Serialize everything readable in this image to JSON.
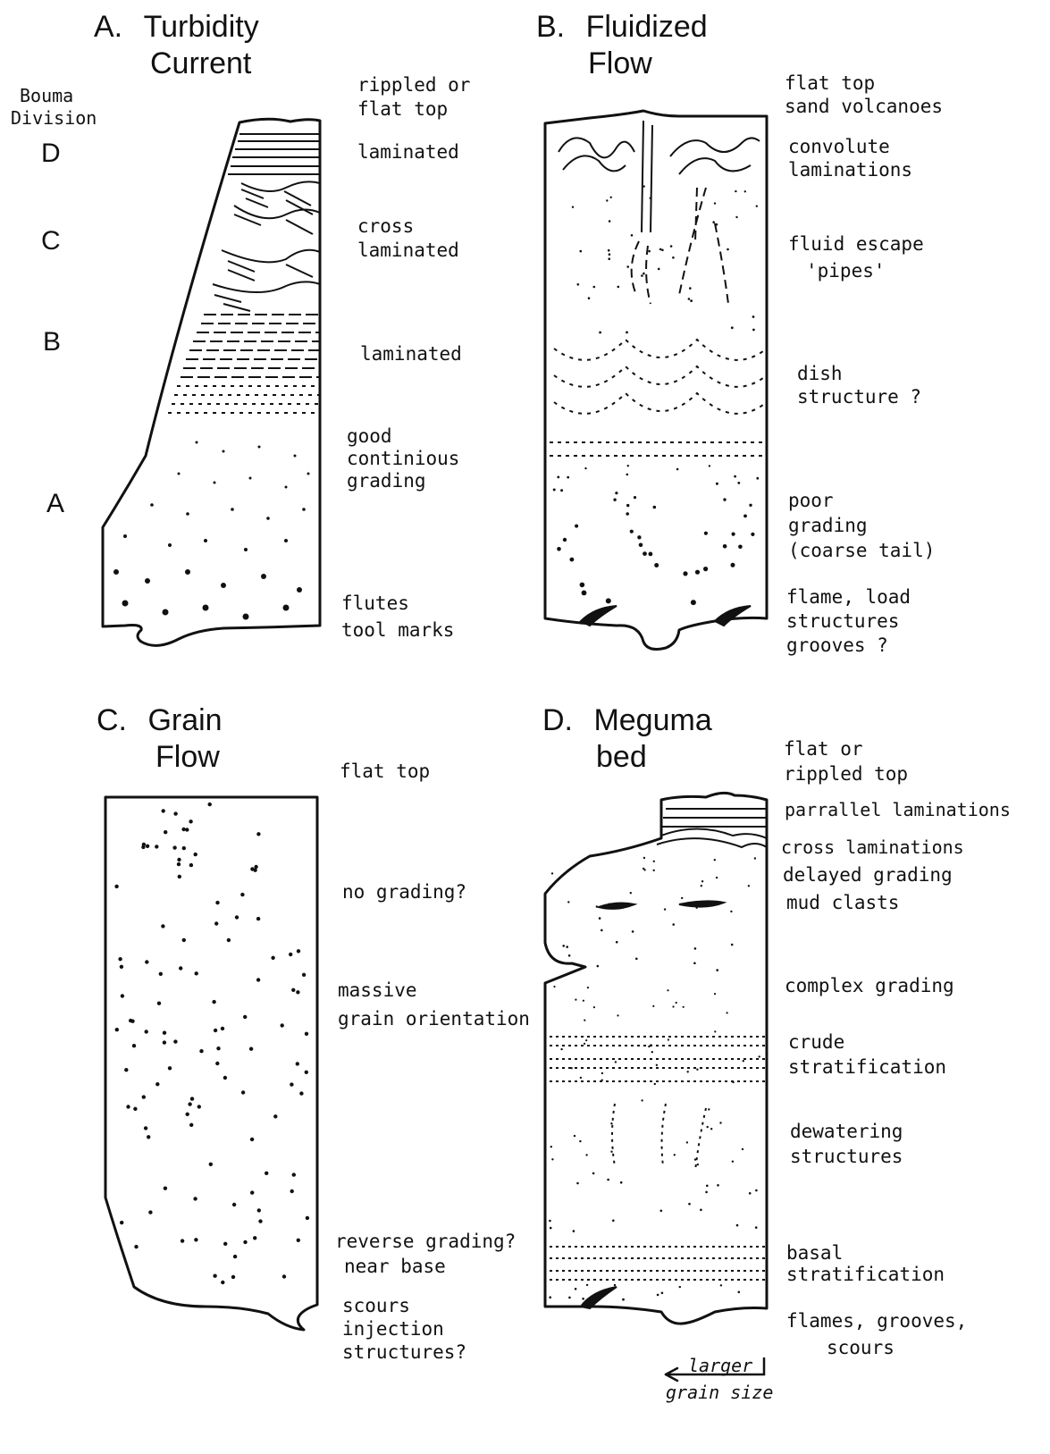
{
  "panels": {
    "a": {
      "letter": "A.",
      "title_line1": "Turbidity",
      "title_line2": "Current",
      "division_heading_1": "Bouma",
      "division_heading_2": "Division",
      "divisions": [
        "D",
        "C",
        "B",
        "A"
      ],
      "labels": {
        "top_1": "rippled or",
        "top_2": "flat top",
        "laminated_upper": "laminated",
        "cross_1": "cross",
        "cross_2": "laminated",
        "laminated_lower": "laminated",
        "grading_1": "good",
        "grading_2": "continious",
        "grading_3": "grading",
        "base_1": "flutes",
        "base_2": "tool marks"
      }
    },
    "b": {
      "letter": "B.",
      "title_line1": "Fluidized",
      "title_line2": "Flow",
      "labels": {
        "top_1": "flat top",
        "top_2": "sand volcanoes",
        "convolute_1": "convolute",
        "convolute_2": "laminations",
        "pipes_1": "fluid escape",
        "pipes_2": "'pipes'",
        "dish_1": "dish",
        "dish_2": "structure ?",
        "grading_1": "poor",
        "grading_2": "grading",
        "grading_3": "(coarse tail)",
        "base_1": "flame, load",
        "base_2": "structures",
        "base_3": "grooves ?"
      }
    },
    "c": {
      "letter": "C.",
      "title_line1": "Grain",
      "title_line2": "Flow",
      "labels": {
        "top": "flat top",
        "nograding": "no grading?",
        "massive_1": "massive",
        "massive_2": "grain orientation",
        "reverse_1": "reverse grading?",
        "reverse_2": "near base",
        "base_1": "scours",
        "base_2": "injection",
        "base_3": "structures?"
      }
    },
    "d": {
      "letter": "D.",
      "title_line1": "Meguma",
      "title_line2": "bed",
      "labels": {
        "top_1": "flat or",
        "top_2": "rippled top",
        "parallel": "parrallel laminations",
        "cross": "cross laminations",
        "delayed": "delayed grading",
        "mud": "mud clasts",
        "complex": "complex grading",
        "crude_1": "crude",
        "crude_2": "stratification",
        "dewater_1": "dewatering",
        "dewater_2": "structures",
        "basal_1": "basal",
        "basal_2": "stratification",
        "base_1": "flames, grooves,",
        "base_2": "scours"
      },
      "scale_arrow_1": "larger",
      "scale_arrow_2": "grain size"
    }
  }
}
